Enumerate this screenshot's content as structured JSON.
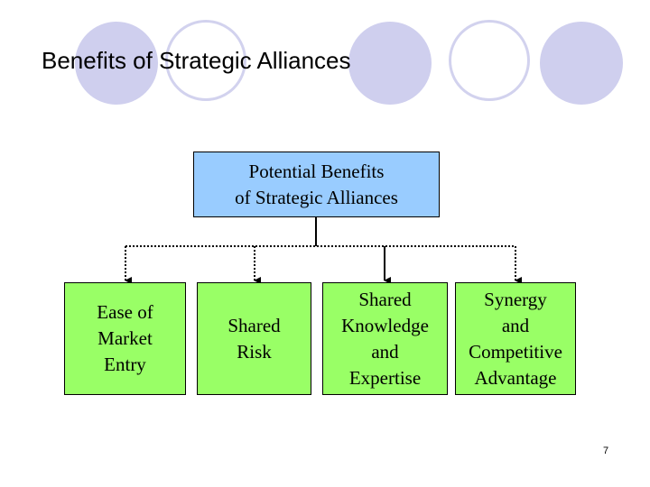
{
  "slide": {
    "title": "Benefits of Strategic Alliances",
    "page_number": "7"
  },
  "diagram": {
    "root": {
      "label": "Potential Benefits\nof Strategic Alliances",
      "fill": "#99ccff"
    },
    "children": [
      {
        "label": "Ease of\nMarket\nEntry",
        "fill": "#99ff66"
      },
      {
        "label": "Shared\nRisk",
        "fill": "#99ff66"
      },
      {
        "label": "Shared\nKnowledge\nand\nExpertise",
        "fill": "#99ff66"
      },
      {
        "label": "Synergy\nand\nCompetitive\nAdvantage",
        "fill": "#99ff66"
      }
    ],
    "decor_color": "#cfcfee"
  }
}
